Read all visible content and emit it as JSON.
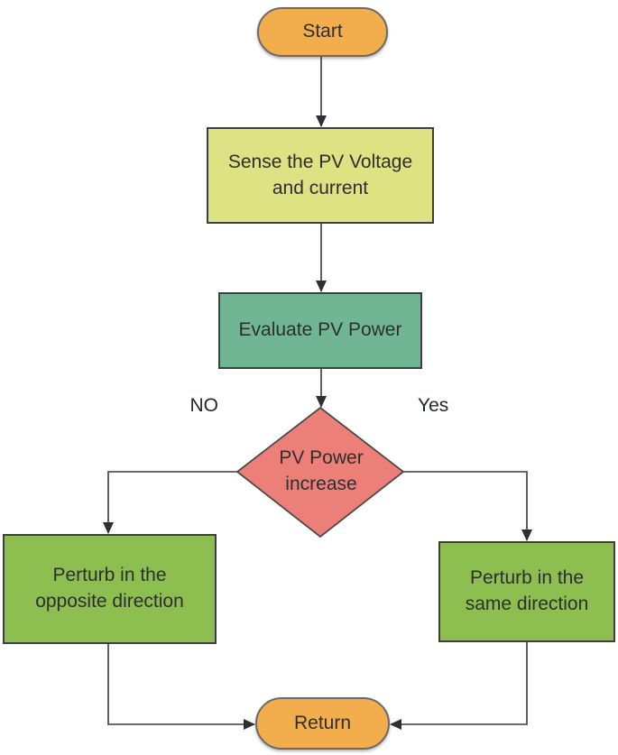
{
  "flowchart": {
    "nodes": {
      "start": {
        "label": "Start",
        "shape": "stadium"
      },
      "sense": {
        "label": "Sense the PV Voltage and current",
        "shape": "rectangle"
      },
      "evaluate": {
        "label": "Evaluate PV Power",
        "shape": "rectangle"
      },
      "decision": {
        "label": "PV Power increase",
        "shape": "diamond"
      },
      "perturb_opposite": {
        "label": "Perturb in the opposite direction",
        "shape": "rectangle"
      },
      "perturb_same": {
        "label": "Perturb in the same direction",
        "shape": "rectangle"
      },
      "return": {
        "label": "Return",
        "shape": "stadium"
      }
    },
    "branch_labels": {
      "no": "NO",
      "yes": "Yes"
    },
    "colors": {
      "start_fill": "#F2AE4C",
      "sense_fill": "#DEE283",
      "evaluate_fill": "#71B694",
      "decision_fill": "#EC8078",
      "perturb_fill": "#8CBE50",
      "return_fill": "#F2AE4C",
      "shape_border": "#3F3F3F",
      "connector": "#3A3A3A"
    }
  }
}
